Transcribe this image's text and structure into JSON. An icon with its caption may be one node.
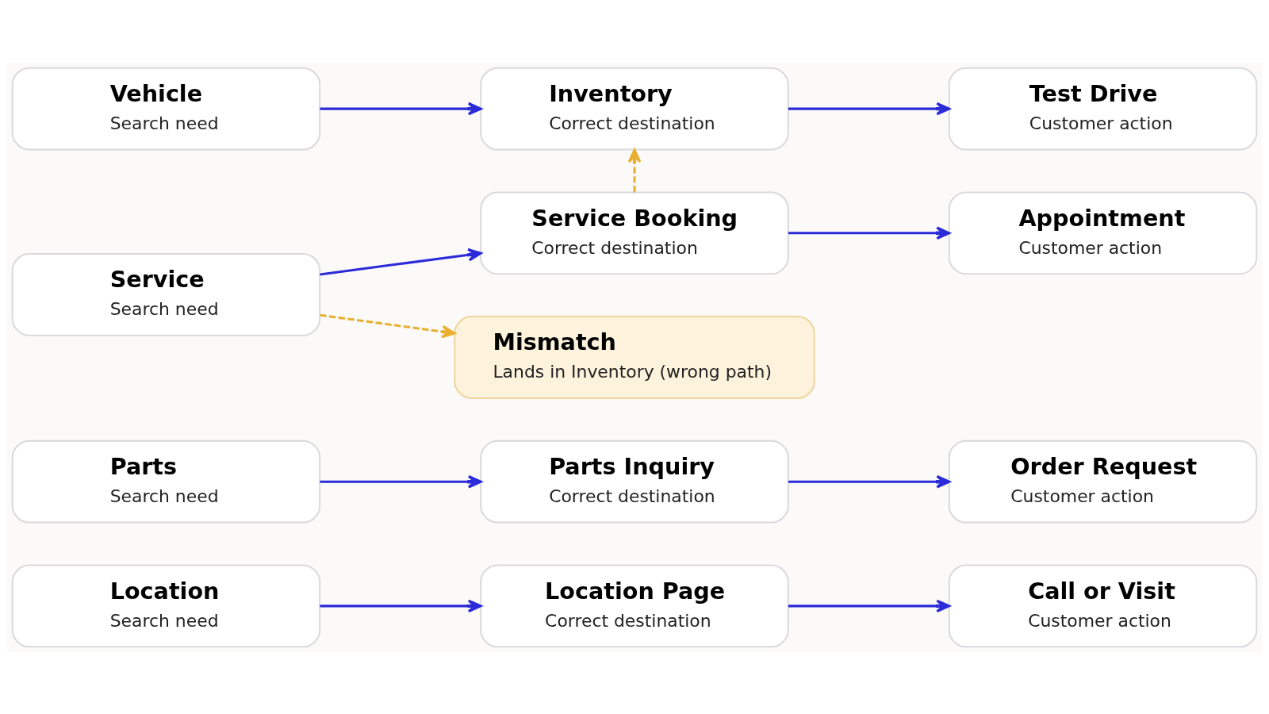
{
  "diagram": {
    "nodes": [
      {
        "text": [
          "Vehicle",
          "Search need"
        ]
      },
      {
        "text": [
          "Inventory",
          "Correct destination"
        ]
      },
      {
        "text": [
          "Test Drive",
          "Customer action"
        ]
      },
      {
        "text": [
          "Service",
          "Search need"
        ]
      },
      {
        "text": [
          "Service Booking",
          "Correct destination"
        ]
      },
      {
        "text": [
          "Appointment",
          "Customer action"
        ]
      },
      {
        "text": [
          "Mismatch",
          "Lands in Inventory (wrong path)"
        ]
      },
      {
        "text": [
          "Parts",
          "Search need"
        ]
      },
      {
        "text": [
          "Parts Inquiry",
          "Correct destination"
        ]
      },
      {
        "text": [
          "Order Request",
          "Customer action"
        ]
      },
      {
        "text": [
          "Location",
          "Search need"
        ]
      },
      {
        "text": [
          "Location Page",
          "Correct destination"
        ]
      },
      {
        "text": [
          "Call or Visit",
          "Customer action"
        ]
      }
    ],
    "edges": [
      {
        "from": 0,
        "to": 1,
        "arrow": "to"
      },
      {
        "from": 1,
        "to": 2,
        "arrow": "to"
      },
      {
        "from": 4,
        "to": 1,
        "arrow": "to",
        "style": "dashed",
        "color": "#e8b030"
      },
      {
        "from": 3,
        "to": 4,
        "arrow": "to"
      },
      {
        "from": 4,
        "to": 5,
        "arrow": "to"
      },
      {
        "from": 3,
        "to": 6,
        "arrow": "to",
        "style": "dashed",
        "color": "#e8b030"
      },
      {
        "from": 7,
        "to": 8,
        "arrow": "to"
      },
      {
        "from": 8,
        "to": 9,
        "arrow": "to"
      },
      {
        "from": 10,
        "to": 11,
        "arrow": "to"
      },
      {
        "from": 11,
        "to": 12,
        "arrow": "to"
      }
    ]
  }
}
